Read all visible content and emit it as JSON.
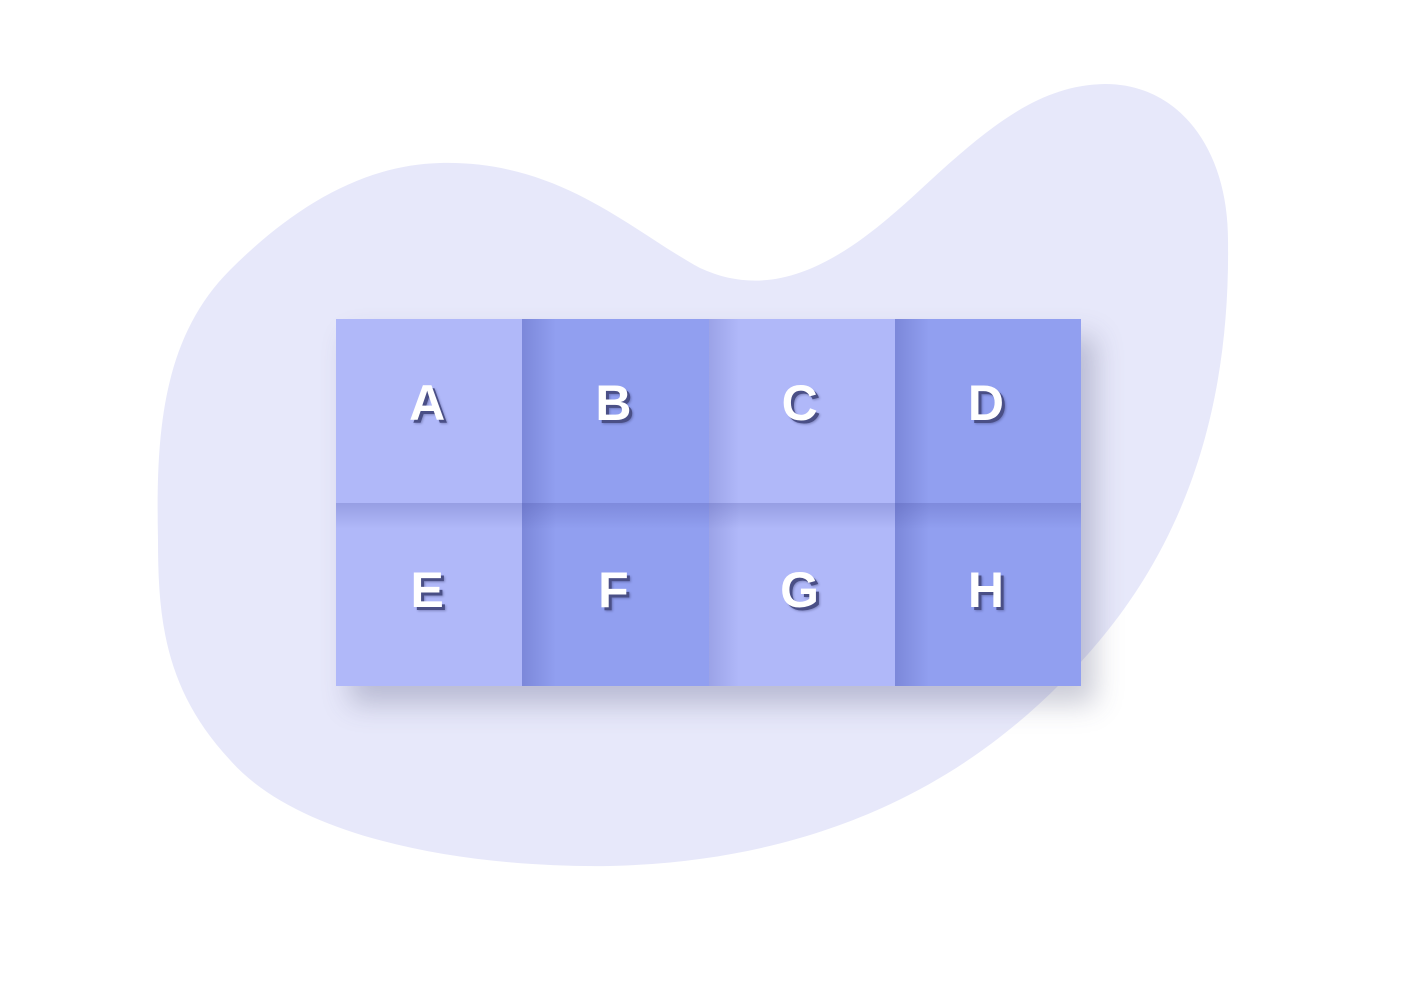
{
  "colors": {
    "background": "#ffffff",
    "blob": "#e7e8fa",
    "tile_light": "#b0b8f9",
    "tile_dark": "#919ff0",
    "letter": "#ffffff",
    "letter_shadow": "#4a4f86"
  },
  "tiles": [
    {
      "label": "A",
      "shade": "light"
    },
    {
      "label": "B",
      "shade": "dark"
    },
    {
      "label": "C",
      "shade": "light"
    },
    {
      "label": "D",
      "shade": "dark"
    },
    {
      "label": "E",
      "shade": "light"
    },
    {
      "label": "F",
      "shade": "dark"
    },
    {
      "label": "G",
      "shade": "light"
    },
    {
      "label": "H",
      "shade": "dark"
    }
  ]
}
